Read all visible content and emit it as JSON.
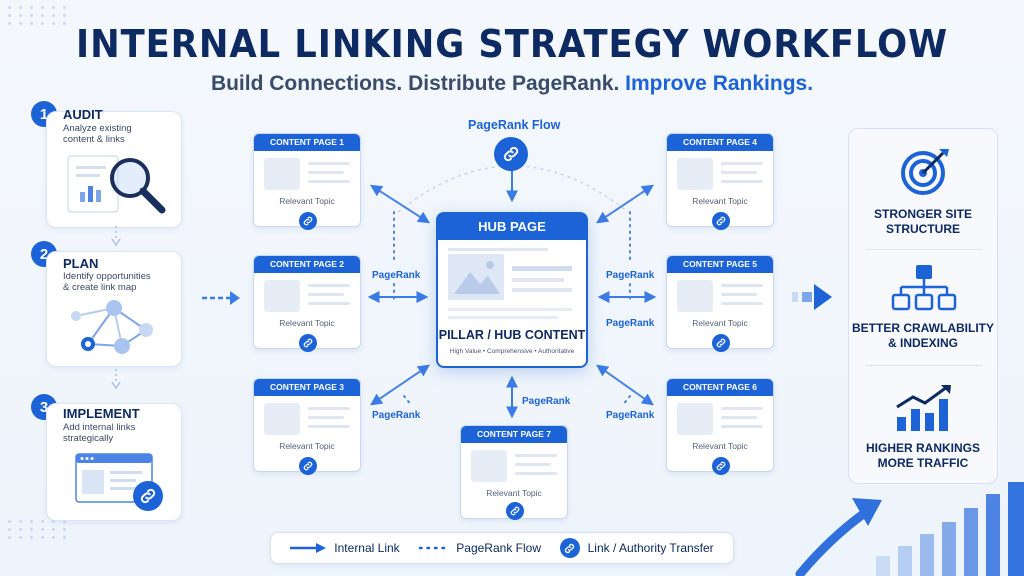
{
  "header": {
    "title": "INTERNAL LINKING STRATEGY WORKFLOW",
    "subtitle_plain": "Build Connections. Distribute PageRank.",
    "subtitle_accent": "Improve Rankings."
  },
  "steps": [
    {
      "number": "1",
      "title": "AUDIT",
      "desc_line1": "Analyze existing",
      "desc_line2": "content & links"
    },
    {
      "number": "2",
      "title": "PLAN",
      "desc_line1": "Identify opportunities",
      "desc_line2": "& create link map"
    },
    {
      "number": "3",
      "title": "IMPLEMENT",
      "desc_line1": "Add internal links",
      "desc_line2": "strategically"
    }
  ],
  "pagerank_flow_label": "PageRank Flow",
  "pagerank_label": "PageRank",
  "content_pages": [
    {
      "title": "CONTENT PAGE 1",
      "topic": "Relevant Topic"
    },
    {
      "title": "CONTENT PAGE 2",
      "topic": "Relevant Topic"
    },
    {
      "title": "CONTENT PAGE 3",
      "topic": "Relevant Topic"
    },
    {
      "title": "CONTENT PAGE 4",
      "topic": "Relevant Topic"
    },
    {
      "title": "CONTENT PAGE 5",
      "topic": "Relevant Topic"
    },
    {
      "title": "CONTENT PAGE 6",
      "topic": "Relevant Topic"
    },
    {
      "title": "CONTENT PAGE 7",
      "topic": "Relevant Topic"
    }
  ],
  "hub": {
    "header": "HUB PAGE",
    "title": "PILLAR / HUB CONTENT",
    "desc": "High Value • Comprehensive • Authoritative"
  },
  "benefits": [
    {
      "line1": "STRONGER SITE",
      "line2": "STRUCTURE",
      "icon": "target-icon"
    },
    {
      "line1": "BETTER CRAWLABILITY",
      "line2": "& INDEXING",
      "icon": "sitemap-icon"
    },
    {
      "line1": "HIGHER RANKINGS",
      "line2": "MORE TRAFFIC",
      "icon": "growth-chart-icon"
    }
  ],
  "legend": {
    "internal_link": "Internal Link",
    "pagerank_flow": "PageRank Flow",
    "link_transfer": "Link / Authority Transfer"
  },
  "colors": {
    "accent": "#1d63d8",
    "navy": "#0e2a63",
    "background": "#eef4fb"
  }
}
